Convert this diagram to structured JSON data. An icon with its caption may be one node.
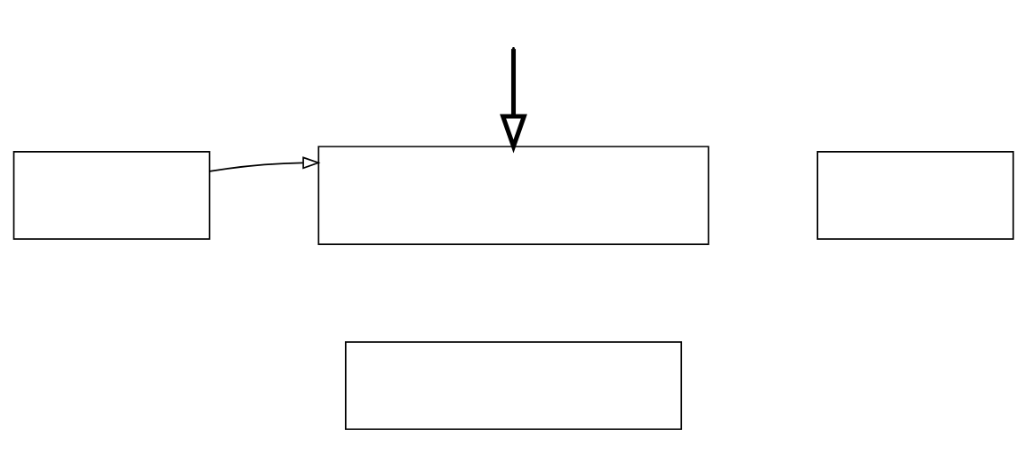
{
  "diagram": {
    "nodes": [
      {
        "text": [],
        "shape": "box"
      },
      {
        "text": [],
        "shape": "box"
      },
      {
        "text": [],
        "shape": "box"
      },
      {
        "text": [],
        "shape": "box"
      }
    ],
    "edges": [
      {
        "from": null,
        "to": 1,
        "arrow": "to",
        "style": "thick"
      },
      {
        "from": 0,
        "to": 1,
        "arrow": "to"
      }
    ]
  }
}
